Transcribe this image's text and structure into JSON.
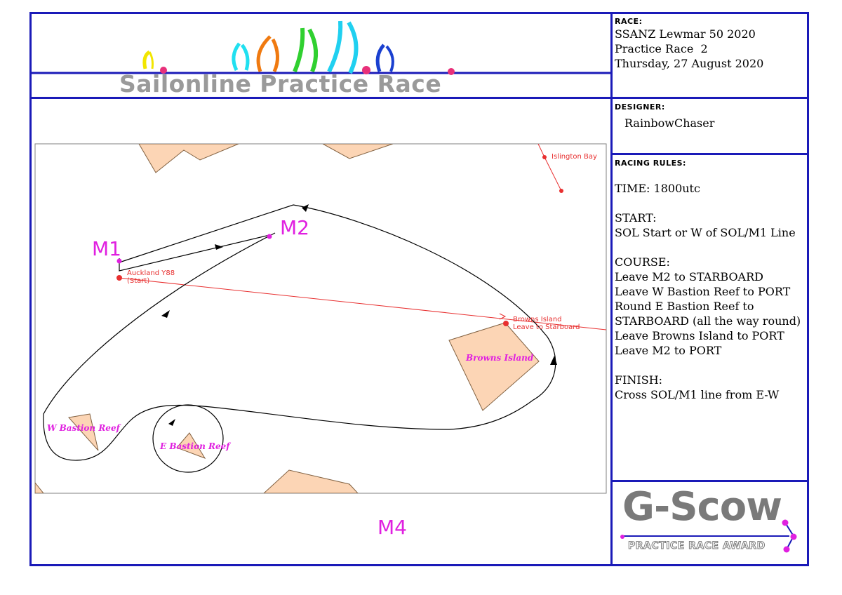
{
  "header": {
    "banner_title": "Sailonline Practice Race"
  },
  "race": {
    "label": "RACE:",
    "lines": [
      "SSANZ Lewmar 50 2020",
      "Practice Race  2",
      "Thursday, 27 August 2020"
    ]
  },
  "designer": {
    "label": "DESIGNER:",
    "name": "RainbowChaser"
  },
  "racing_rules": {
    "label": "RACING RULES:",
    "lines": [
      "TIME: 1800utc",
      "",
      "START:",
      "SOL Start or W of SOL/M1 Line",
      "",
      "COURSE:",
      "Leave M2 to  STARBOARD",
      "Leave W Bastion Reef to PORT",
      "Round E Bastion Reef to",
      "STARBOARD (all the way round)",
      "Leave Browns Island to PORT",
      "Leave M2 to PORT",
      "",
      "FINISH:",
      "Cross SOL/M1 line from E-W"
    ]
  },
  "map": {
    "marks": {
      "m1": "M1",
      "m2": "M2",
      "m4": "M4"
    },
    "labels": {
      "islington": "Islington Bay",
      "auckland_1": "Auckland Y88",
      "auckland_2": "(Start)",
      "browns_mark_1": "Browns Island",
      "browns_mark_2": "Leave to Starboard",
      "browns_island": "Browns Island",
      "w_bastion": "W Bastion Reef",
      "e_bastion": "E Bastion Reef"
    }
  },
  "award": {
    "title": "G-Scow",
    "subtitle": "PRACTICE RACE AWARD"
  },
  "colors": {
    "frame": "#1a1ab8",
    "land": "#fcd5b5",
    "marker": "#e020e0",
    "route_red": "#e83030"
  }
}
